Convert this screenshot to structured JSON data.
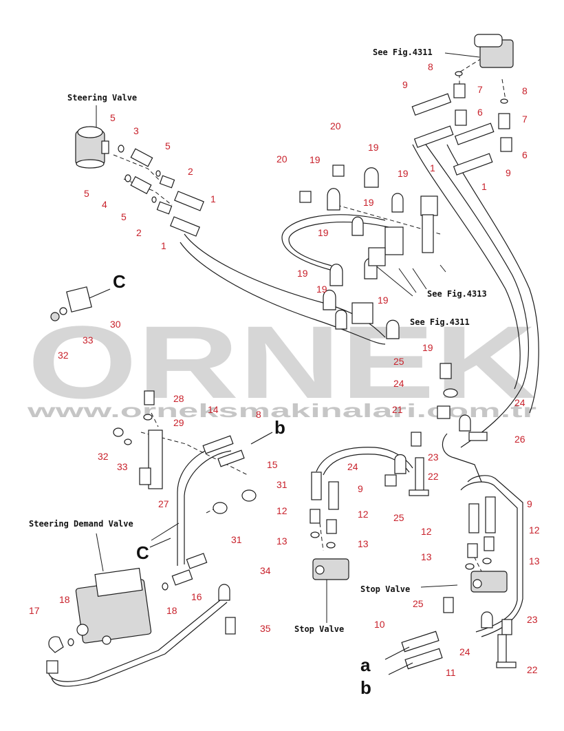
{
  "watermark": {
    "brand": "ORNEK",
    "site": "www.orneksmakinalari.com.tr",
    "brand_color": "#cfcfcf",
    "site_color": "#bdbdbd"
  },
  "labels": {
    "steering_valve": "Steering Valve",
    "steering_demand_valve": "Steering Demand Valve",
    "stop_valve_left": "Stop Valve",
    "stop_valve_right": "Stop Valve",
    "see_fig_4311_top": "See Fig.4311",
    "see_fig_4313": "See Fig.4313",
    "see_fig_4311_mid": "See Fig.4311"
  },
  "connectors": {
    "c_upper": "C",
    "c_lower": "C",
    "b_upper": "b",
    "a_lower": "a",
    "b_lower": "b"
  },
  "part_numbers": [
    "5",
    "3",
    "5",
    "2",
    "1",
    "5",
    "4",
    "5",
    "2",
    "1",
    "8",
    "9",
    "7",
    "8",
    "6",
    "7",
    "20",
    "19",
    "20",
    "19",
    "19",
    "19",
    "19",
    "1",
    "6",
    "9",
    "1",
    "19",
    "19",
    "19",
    "19",
    "30",
    "33",
    "32",
    "25",
    "24",
    "28",
    "29",
    "21",
    "24",
    "26",
    "14",
    "8",
    "32",
    "33",
    "15",
    "23",
    "24",
    "22",
    "31",
    "9",
    "27",
    "12",
    "12",
    "25",
    "31",
    "13",
    "13",
    "9",
    "12",
    "12",
    "13",
    "13",
    "34",
    "16",
    "17",
    "18",
    "18",
    "25",
    "35",
    "10",
    "23",
    "24",
    "11",
    "22"
  ],
  "number_color": "#c8202a"
}
